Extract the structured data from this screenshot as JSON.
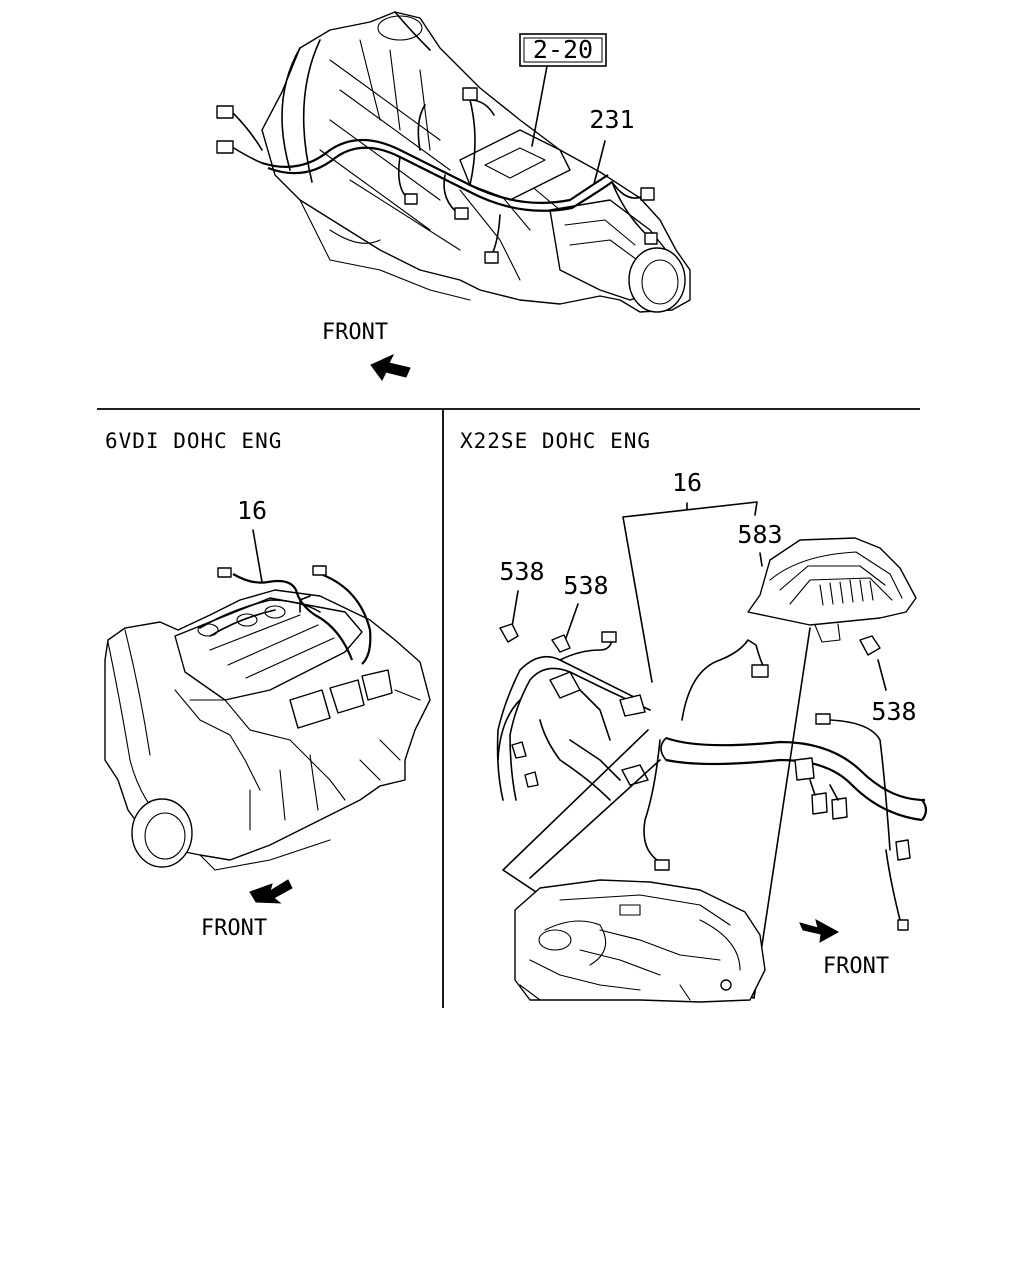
{
  "top_section": {
    "callout_box": "2-20",
    "part_231": "231",
    "front_label": "FRONT"
  },
  "left_panel": {
    "heading": "6VDI DOHC ENG",
    "part_16": "16",
    "front_label": "FRONT"
  },
  "right_panel": {
    "heading": "X22SE DOHC ENG",
    "part_16": "16",
    "part_583": "583",
    "part_538_a": "538",
    "part_538_b": "538",
    "part_538_c": "538",
    "front_label": "FRONT"
  }
}
